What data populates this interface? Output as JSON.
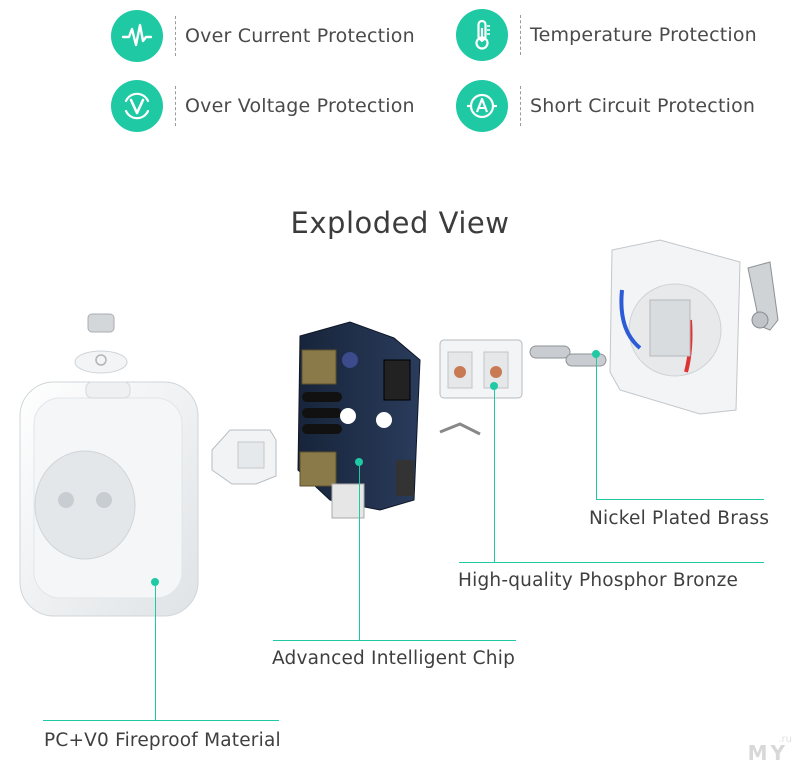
{
  "features": [
    {
      "id": "over-current",
      "label": "Over Current Protection",
      "icon": "pulse-wave-icon"
    },
    {
      "id": "temperature",
      "label": "Temperature Protection",
      "icon": "thermometer-icon"
    },
    {
      "id": "over-voltage",
      "label": "Over Voltage Protection",
      "icon": "voltage-v-icon"
    },
    {
      "id": "short-circuit",
      "label": "Short Circuit Protection",
      "icon": "ampere-a-icon"
    }
  ],
  "title": "Exploded View",
  "callouts": {
    "brass": "Nickel Plated Brass",
    "bronze": "High-quality Phosphor Bronze",
    "chip": "Advanced Intelligent Chip",
    "material": "PC+V0 Fireproof Material"
  },
  "watermark": {
    "main": "MY",
    "sub": ".ru"
  },
  "colors": {
    "accent": "#1fc9a4",
    "text": "#3f3f3f"
  }
}
